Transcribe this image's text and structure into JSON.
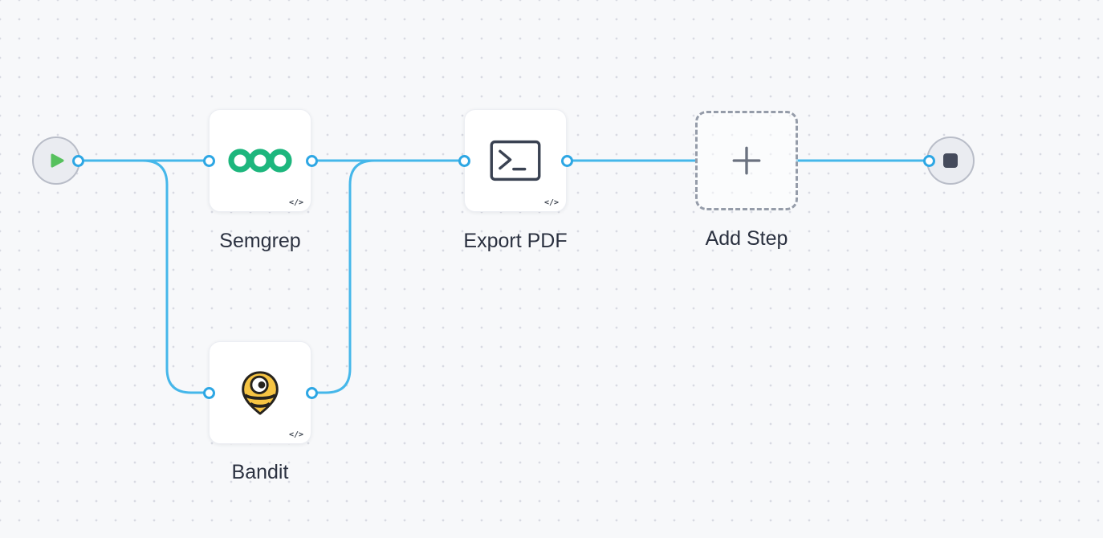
{
  "canvas": {
    "background": "#f7f8fa",
    "dot_color": "#d8dae2"
  },
  "colors": {
    "edge": "#45b7ea",
    "port_ring": "#2ea7e4",
    "label_text": "#2b3140",
    "start_play_green": "#57c15e",
    "end_stop_slate": "#454b5c",
    "semgrep_green": "#1db67d",
    "bandit_yellow": "#f6c443",
    "bandit_outline": "#26231e",
    "terminal_icon": "#3a4252",
    "add_step_dash": "#959ca9",
    "plus_gray": "#6b7280"
  },
  "nodes": {
    "start": {
      "name": "Start",
      "icon": "play-icon"
    },
    "semgrep": {
      "label": "Semgrep",
      "badge": "</>",
      "icon": "semgrep-rings-logo"
    },
    "bandit": {
      "label": "Bandit",
      "badge": "</>",
      "icon": "bandit-bee-logo"
    },
    "export_pdf": {
      "label": "Export PDF",
      "badge": "</>",
      "icon": "terminal-icon"
    },
    "add_step": {
      "label": "Add Step",
      "icon": "plus-icon"
    },
    "end": {
      "name": "End",
      "icon": "stop-icon"
    }
  },
  "edges": [
    {
      "from": "start",
      "to": "semgrep"
    },
    {
      "from": "start",
      "to": "bandit"
    },
    {
      "from": "semgrep",
      "to": "export_pdf"
    },
    {
      "from": "bandit",
      "to": "export_pdf"
    },
    {
      "from": "export_pdf",
      "to": "add_step"
    },
    {
      "from": "add_step",
      "to": "end"
    }
  ]
}
